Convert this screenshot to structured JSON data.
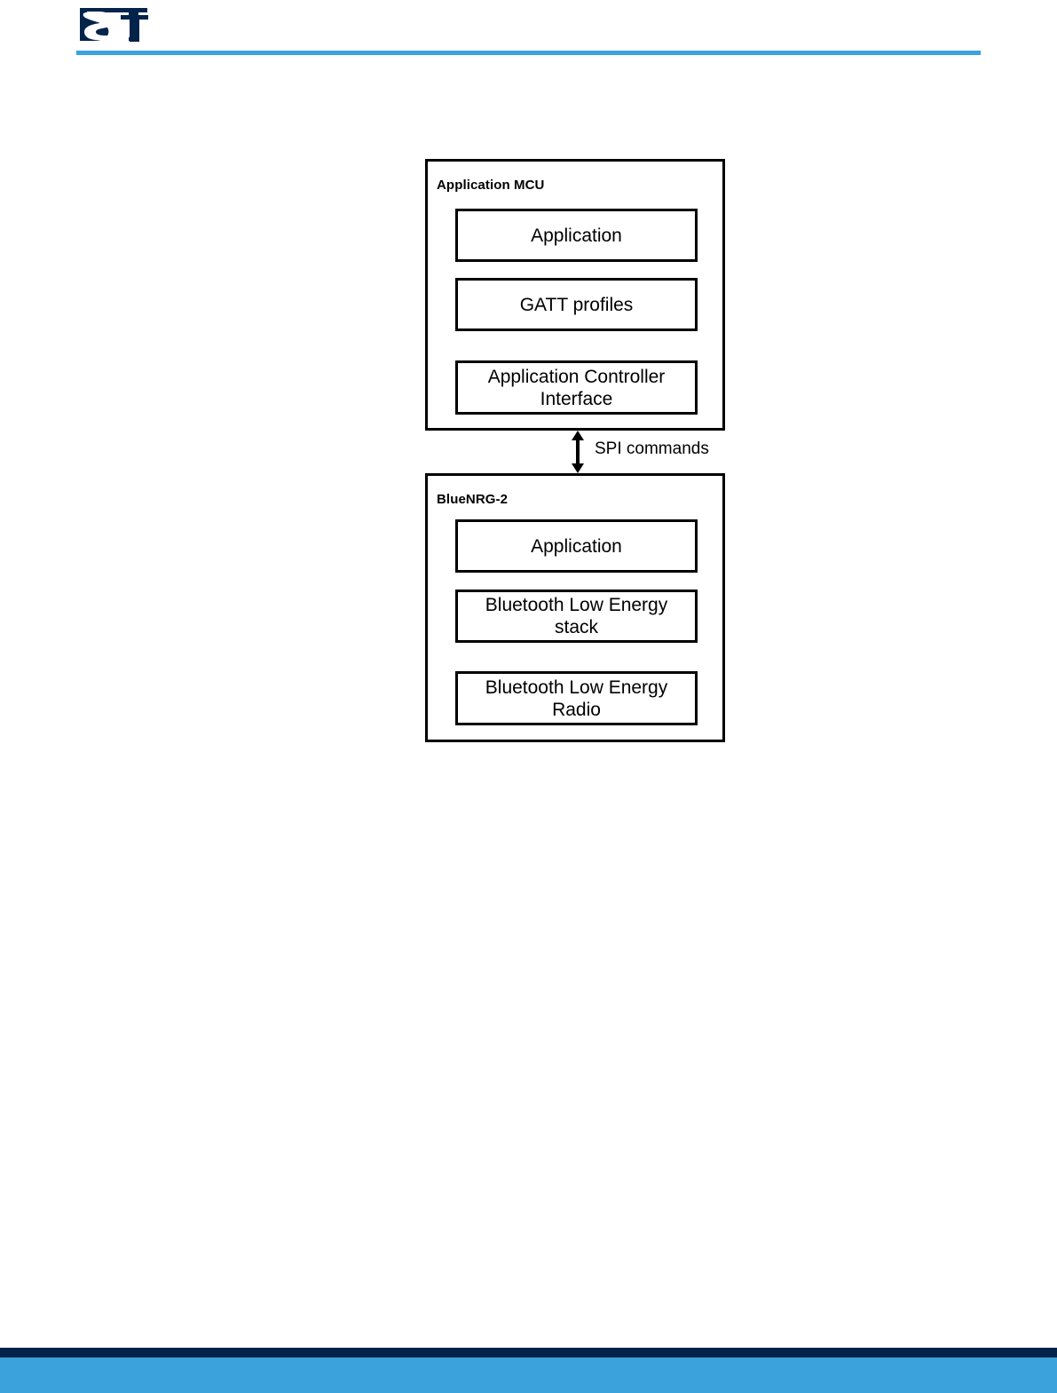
{
  "header": {
    "logo_name": "st-logo",
    "rule_color": "#3BA2DB"
  },
  "footer": {
    "navy_color": "#03234B",
    "blue_color": "#3BA2DB"
  },
  "diagram": {
    "type": "block-diagram",
    "containers": [
      {
        "label": "Application MCU",
        "blocks": [
          {
            "label": "Application"
          },
          {
            "label": "GATT profiles"
          },
          {
            "label": "Application Controller Interface"
          }
        ]
      },
      {
        "label": "BlueNRG-2",
        "blocks": [
          {
            "label": "Application"
          },
          {
            "label": "Bluetooth Low Energy stack"
          },
          {
            "label": "Bluetooth Low Energy Radio"
          }
        ]
      }
    ],
    "connector": {
      "label": "SPI commands",
      "arrow": "double-headed-vertical-arrow"
    }
  }
}
